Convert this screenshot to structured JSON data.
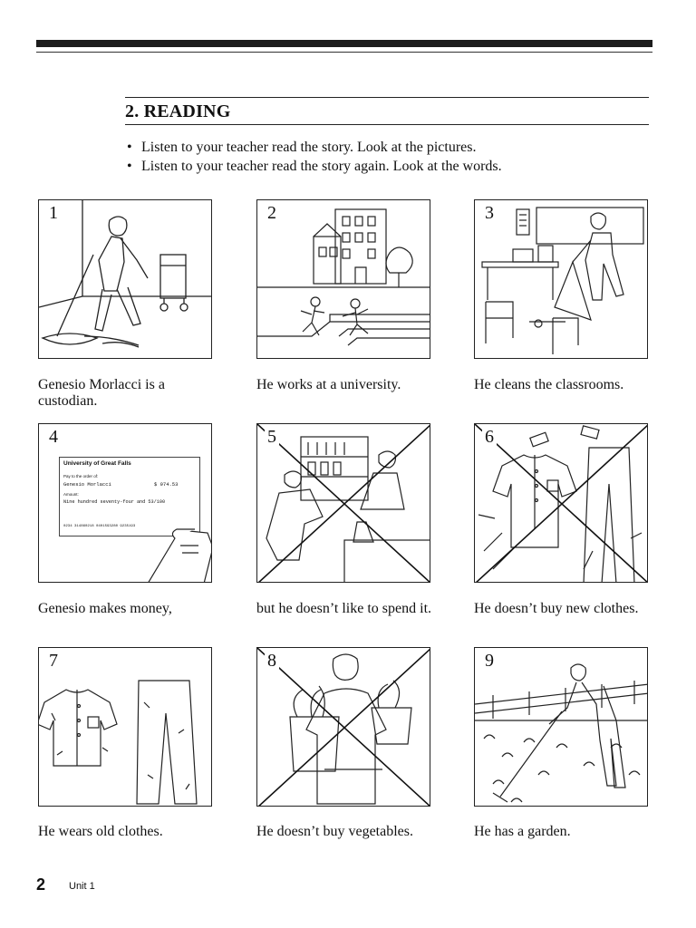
{
  "section": {
    "title": "2. READING"
  },
  "instructions": [
    "Listen to your teacher read the story. Look at the pictures.",
    "Listen to your teacher read the story again. Look at the words."
  ],
  "panels": [
    {
      "number": "1",
      "caption": "Genesio Morlacci is a custodian."
    },
    {
      "number": "2",
      "caption": "He works at a university."
    },
    {
      "number": "3",
      "caption": "He cleans the classrooms."
    },
    {
      "number": "4",
      "caption": "Genesio makes money,"
    },
    {
      "number": "5",
      "caption": "but he doesn’t like to spend it."
    },
    {
      "number": "6",
      "caption": "He doesn’t buy new clothes."
    },
    {
      "number": "7",
      "caption": "He wears old clothes."
    },
    {
      "number": "8",
      "caption": "He doesn’t buy vegetables."
    },
    {
      "number": "9",
      "caption": "He has a garden."
    }
  ],
  "check": {
    "payer": "University of Great Falls",
    "pay_to_label": "Pay to the order of:",
    "payee": "Genesio Morlacci",
    "amount": "$ 974.53",
    "amount_label": "Amount:",
    "amount_words": "Nine hundred seventy-four and 53/100",
    "micr": "0234 314860218 0401593280 9235193"
  },
  "footer": {
    "page_number": "2",
    "unit": "Unit 1"
  }
}
